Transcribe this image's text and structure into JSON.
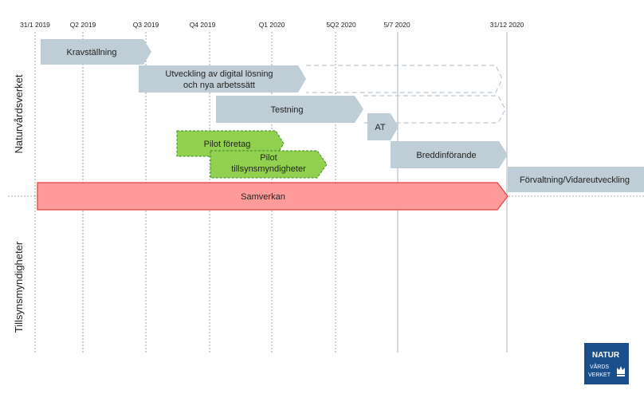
{
  "timeline": {
    "milestones": [
      "31/1 2019",
      "Q2 2019",
      "Q3 2019",
      "Q4 2019",
      "Q1 2020",
      "5Q2 2020",
      "5/7 2020",
      "31/12 2020"
    ]
  },
  "lanes": {
    "top": "Naturvårdsverket",
    "bottom": "Tillsynsmyndigheter"
  },
  "activities": {
    "kravstallning": "Kravställning",
    "utveckling_line1": "Utveckling  av digital lösning",
    "utveckling_line2": "och nya arbetssätt",
    "testning": "Testning",
    "at": "AT",
    "pilot_foretag": "Pilot  företag",
    "pilot_till_line1": "Pilot",
    "pilot_till_line2": "tillsynsmyndigheter",
    "breddinforande": "Breddinförande",
    "forvaltning": "Förvaltning/Vidareutveckling",
    "samverkan": "Samverkan"
  },
  "logo": {
    "line1": "NATUR",
    "line2": "VÅRDS",
    "line3": "VERKET"
  },
  "colors": {
    "grey_fill": "#bfcdd6",
    "green_fill": "#92d050",
    "green_border": "#3a8a2e",
    "red_fill": "#ff9b9b",
    "red_border": "#e0403c",
    "logo_blue": "#1b4f8c"
  }
}
